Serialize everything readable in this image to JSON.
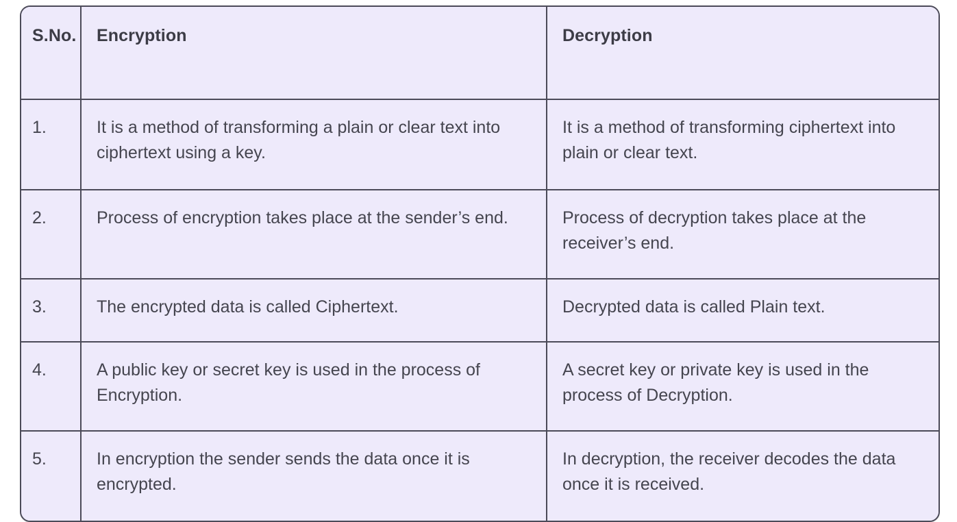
{
  "table": {
    "columns": [
      {
        "id": "sno",
        "label": "S.No."
      },
      {
        "id": "encryption",
        "label": "Encryption"
      },
      {
        "id": "decryption",
        "label": "Decryption"
      }
    ],
    "rows": [
      {
        "sno": "1.",
        "encryption": "It is a method of transforming a plain or clear text into ciphertext using a key.",
        "decryption": "It is a method of transforming ciphertext into plain or clear text."
      },
      {
        "sno": "2.",
        "encryption": "Process of encryption takes place at the sender’s end.",
        "decryption": "Process of decryption takes place at the receiver’s end."
      },
      {
        "sno": "3.",
        "encryption": "The encrypted data is called Ciphertext.",
        "decryption": "Decrypted data is called Plain text."
      },
      {
        "sno": "4.",
        "encryption": "A public key or secret key is used in the process of Encryption.",
        "decryption": "A secret key or private key is used in the process of Decryption."
      },
      {
        "sno": "5.",
        "encryption": "In encryption the sender sends the data once it is encrypted.",
        "decryption": "In decryption, the receiver decodes the data once it is received."
      }
    ]
  },
  "colors": {
    "cell_background": "#eeeafb",
    "border": "#4b4a58",
    "header_text": "#3c3c46",
    "body_text": "#45454f",
    "page_background": "#ffffff"
  }
}
